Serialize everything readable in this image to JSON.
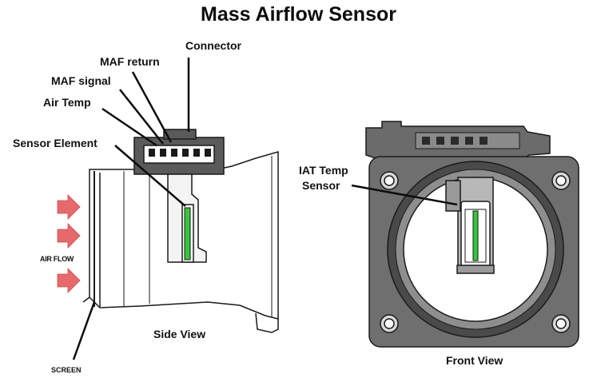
{
  "title": "Mass Airflow Sensor",
  "labels": {
    "connector": "Connector",
    "maf_return": "MAF return",
    "maf_signal": "MAF signal",
    "air_temp": "Air Temp",
    "sensor_element": "Sensor Element",
    "iat_temp_sensor_line1": "IAT Temp",
    "iat_temp_sensor_line2": "Sensor",
    "air_flow": "AIR FLOW",
    "screen": "SCREEN",
    "side_view": "Side View",
    "front_view": "Front View"
  },
  "colors": {
    "arrow": "#e8696b",
    "sensor_element": "#35c83a",
    "housing_dark": "#6b6b6b",
    "outline": "#1a1a1a"
  }
}
